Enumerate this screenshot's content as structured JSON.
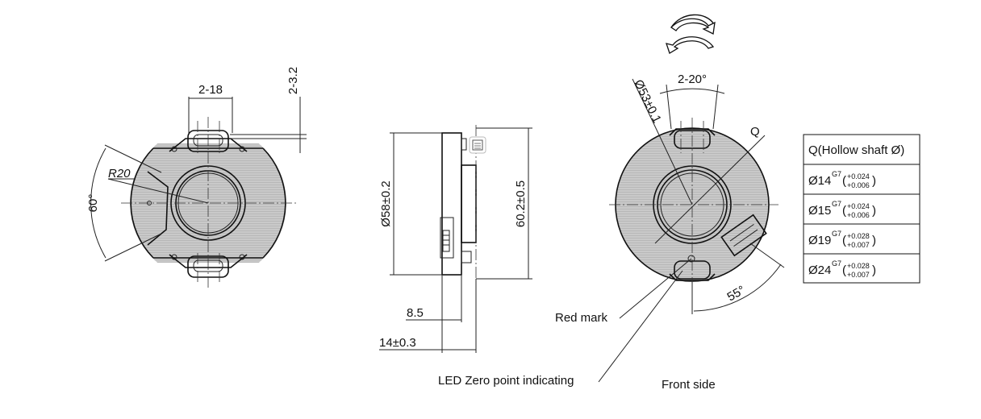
{
  "dimensions": {
    "slot_width": "2-18",
    "slot_depth": "2-3.2",
    "radius": "R20",
    "angle_left": "60°",
    "outer_diameter": "Ø58±0.2",
    "overall_height": "60.2±0.5",
    "thickness_a": "8.5",
    "thickness_b": "14±0.3",
    "bolt_circle": "Ø53±0.1",
    "slot_angle": "2-20°",
    "led_angle": "55°",
    "q_label": "Q"
  },
  "labels": {
    "red_mark": "Red mark",
    "led_zero": "LED Zero point indicating",
    "front_side": "Front side"
  },
  "table": {
    "header": "Q(Hollow shaft Ø)",
    "rows": [
      {
        "main": "Ø14",
        "grade": "G7",
        "upper": "+0.024",
        "lower": "+0.006"
      },
      {
        "main": "Ø15",
        "grade": "G7",
        "upper": "+0.024",
        "lower": "+0.006"
      },
      {
        "main": "Ø19",
        "grade": "G7",
        "upper": "+0.028",
        "lower": "+0.007"
      },
      {
        "main": "Ø24",
        "grade": "G7",
        "upper": "+0.028",
        "lower": "+0.007"
      }
    ]
  },
  "icons": {
    "rotation": "rotation-arrows-icon",
    "scan": "scan-icon"
  }
}
